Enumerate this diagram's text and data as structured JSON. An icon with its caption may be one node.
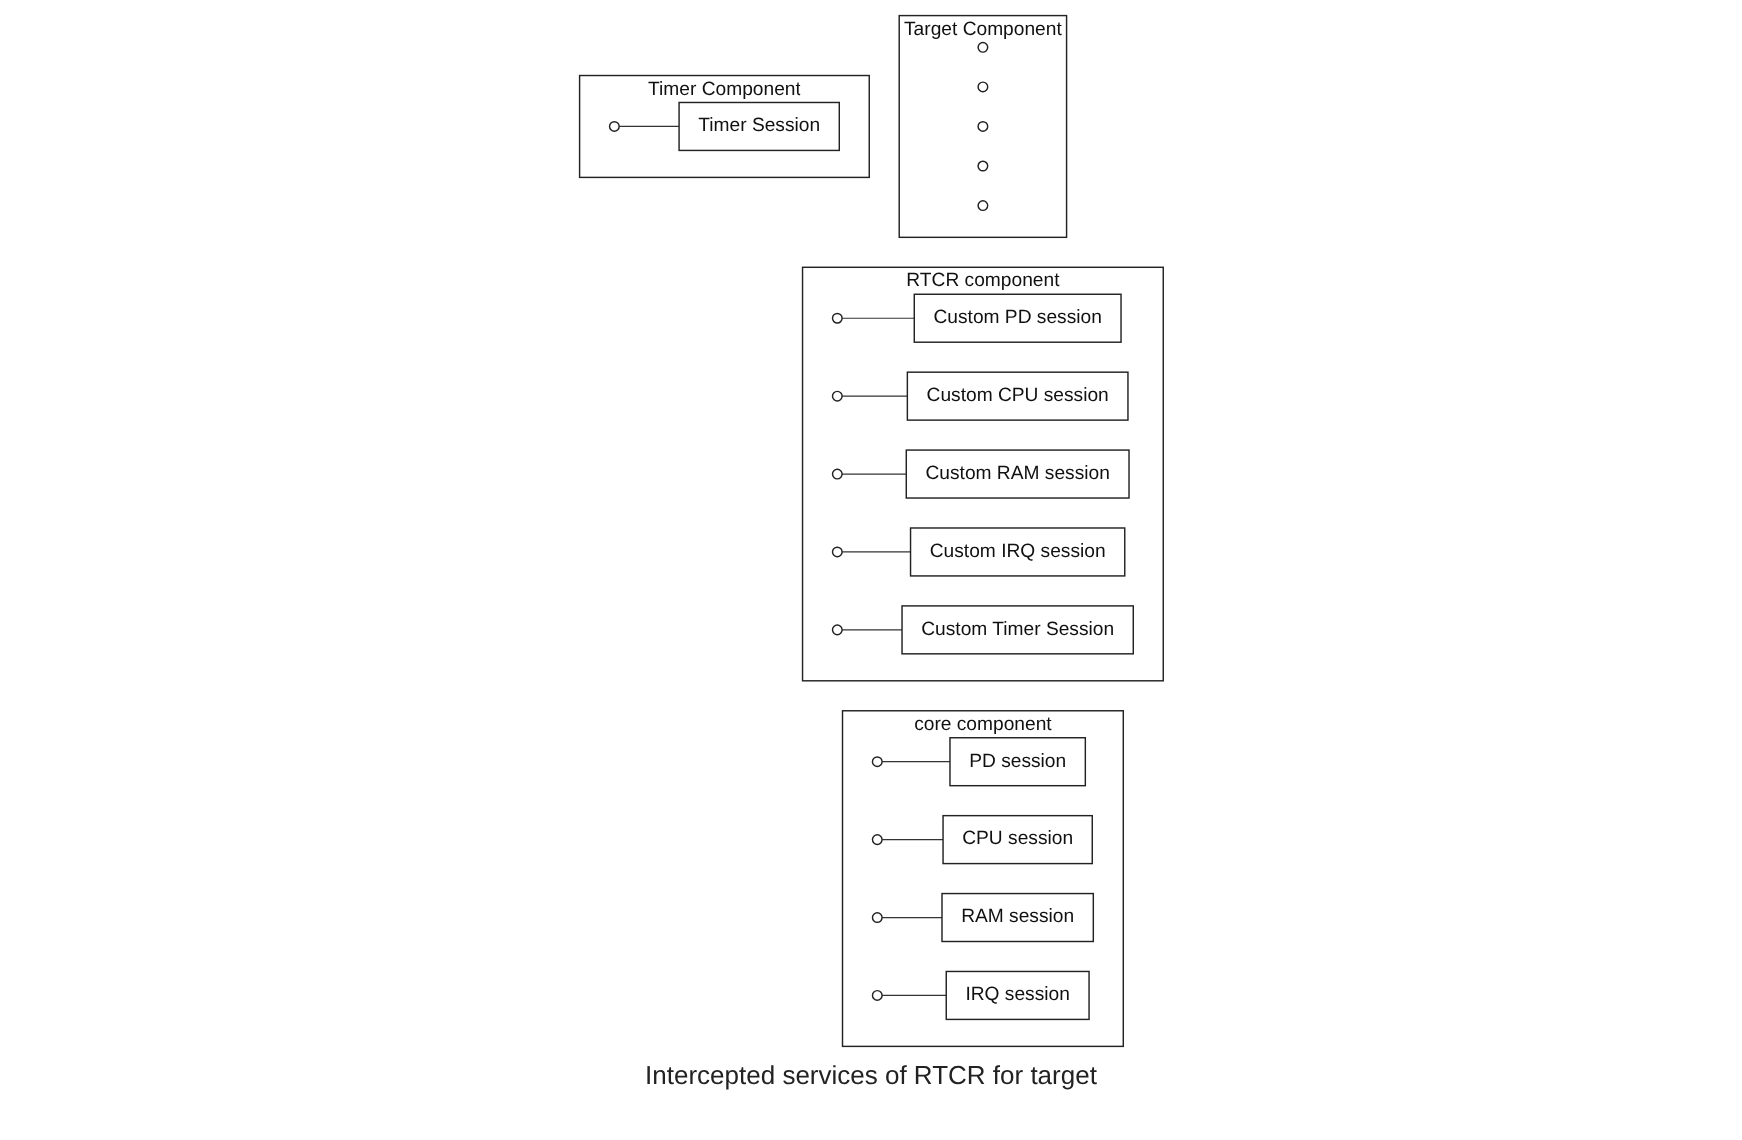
{
  "diagram": {
    "caption": "Intercepted services of RTCR for target",
    "nodes": [
      {
        "text": [
          "Target Component"
        ]
      },
      {
        "text": [],
        "shape": "circle",
        "in": 0
      },
      {
        "text": [],
        "shape": "circle",
        "in": 0
      },
      {
        "text": [],
        "shape": "circle",
        "in": 0
      },
      {
        "text": [],
        "shape": "circle",
        "in": 0
      },
      {
        "text": [],
        "shape": "circle",
        "in": 0
      },
      {
        "text": [
          "RTCR component"
        ]
      },
      {
        "text": [],
        "shape": "circle",
        "in": 6
      },
      {
        "text": [
          "Custom PD session"
        ],
        "in": 6
      },
      {
        "text": [],
        "shape": "circle",
        "in": 6
      },
      {
        "text": [
          "Custom CPU session"
        ],
        "in": 6
      },
      {
        "text": [],
        "shape": "circle",
        "in": 6
      },
      {
        "text": [
          "Custom RAM session"
        ],
        "in": 6
      },
      {
        "text": [],
        "shape": "circle",
        "in": 6
      },
      {
        "text": [
          "Custom IRQ session"
        ],
        "in": 6
      },
      {
        "text": [],
        "shape": "circle",
        "in": 6
      },
      {
        "text": [
          "Custom Timer Session"
        ],
        "in": 6
      },
      {
        "text": [
          "core component"
        ]
      },
      {
        "text": [],
        "shape": "circle",
        "in": 17
      },
      {
        "text": [
          "PD session"
        ],
        "in": 17
      },
      {
        "text": [],
        "shape": "circle",
        "in": 17
      },
      {
        "text": [
          "CPU session"
        ],
        "in": 17
      },
      {
        "text": [],
        "shape": "circle",
        "in": 17
      },
      {
        "text": [
          "RAM session"
        ],
        "in": 17
      },
      {
        "text": [],
        "shape": "circle",
        "in": 17
      },
      {
        "text": [
          "IRQ session"
        ],
        "in": 17
      },
      {
        "text": [
          "Timer Component"
        ]
      },
      {
        "text": [],
        "shape": "circle",
        "in": 26
      },
      {
        "text": [
          "Timer Session"
        ],
        "in": 26
      }
    ],
    "edges": [
      {
        "from": 7,
        "to": 8,
        "arrow": "none"
      },
      {
        "from": 9,
        "to": 10,
        "arrow": "none"
      },
      {
        "from": 11,
        "to": 12,
        "arrow": "none"
      },
      {
        "from": 13,
        "to": 14,
        "arrow": "none"
      },
      {
        "from": 15,
        "to": 16,
        "arrow": "none"
      },
      {
        "from": 18,
        "to": 19,
        "arrow": "none"
      },
      {
        "from": 20,
        "to": 21,
        "arrow": "none"
      },
      {
        "from": 22,
        "to": 23,
        "arrow": "none"
      },
      {
        "from": 24,
        "to": 25,
        "arrow": "none"
      },
      {
        "from": 27,
        "to": 28,
        "arrow": "none"
      }
    ]
  }
}
